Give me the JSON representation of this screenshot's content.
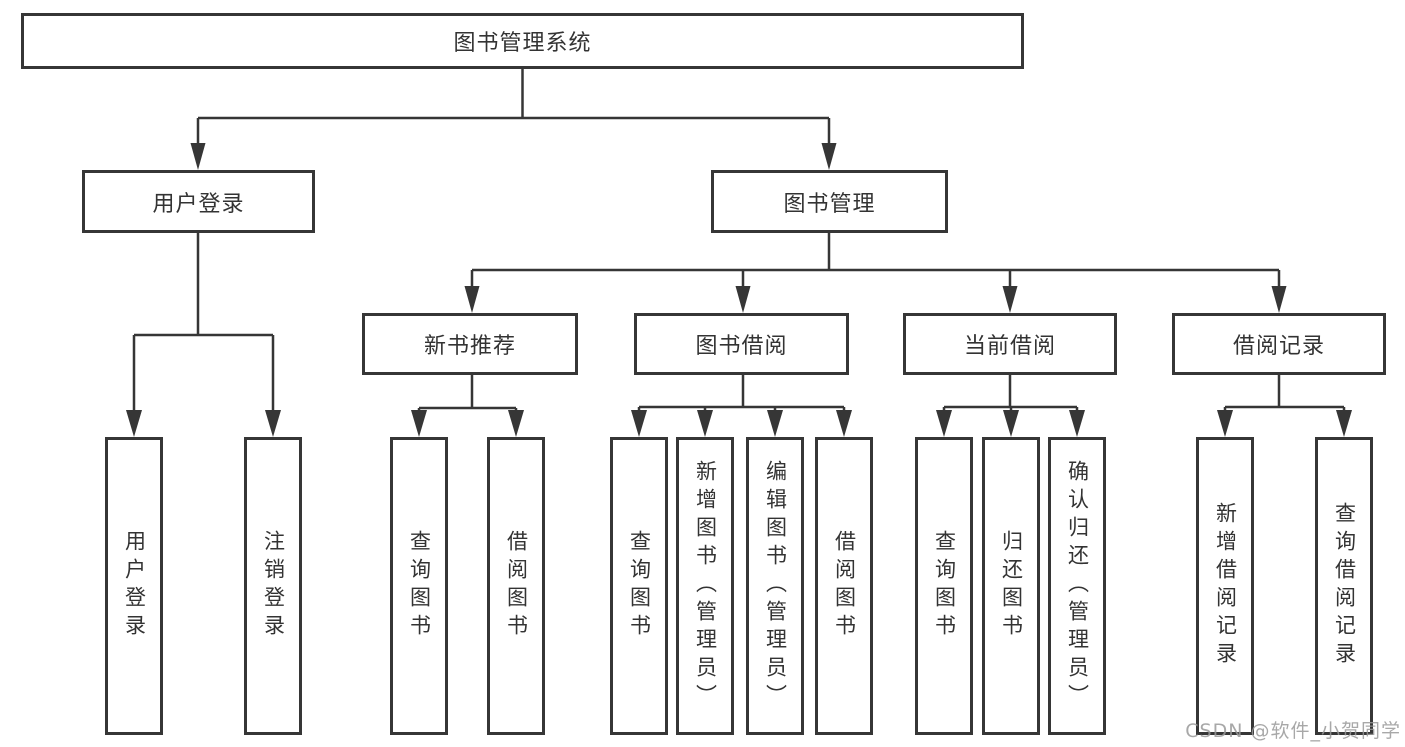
{
  "diagram": {
    "root": {
      "label": "图书管理系统"
    },
    "branches": [
      {
        "label": "用户登录"
      },
      {
        "label": "图书管理"
      }
    ],
    "modules": [
      {
        "label": "新书推荐"
      },
      {
        "label": "图书借阅"
      },
      {
        "label": "当前借阅"
      },
      {
        "label": "借阅记录"
      }
    ],
    "leaves": [
      {
        "label": "用户登录"
      },
      {
        "label": "注销登录"
      },
      {
        "label": "查询图书"
      },
      {
        "label": "借阅图书"
      },
      {
        "label": "查询图书"
      },
      {
        "label": "新增图书（管理员）"
      },
      {
        "label": "编辑图书（管理员）"
      },
      {
        "label": "借阅图书"
      },
      {
        "label": "查询图书"
      },
      {
        "label": "归还图书"
      },
      {
        "label": "确认归还（管理员）"
      },
      {
        "label": "新增借阅记录"
      },
      {
        "label": "查询借阅记录"
      }
    ]
  },
  "watermark": {
    "text": "CSDN @软件_小贺同学"
  },
  "colors": {
    "line": "#363636",
    "text": "#333333",
    "background": "#ffffff",
    "watermark": "#9a9a9a"
  }
}
